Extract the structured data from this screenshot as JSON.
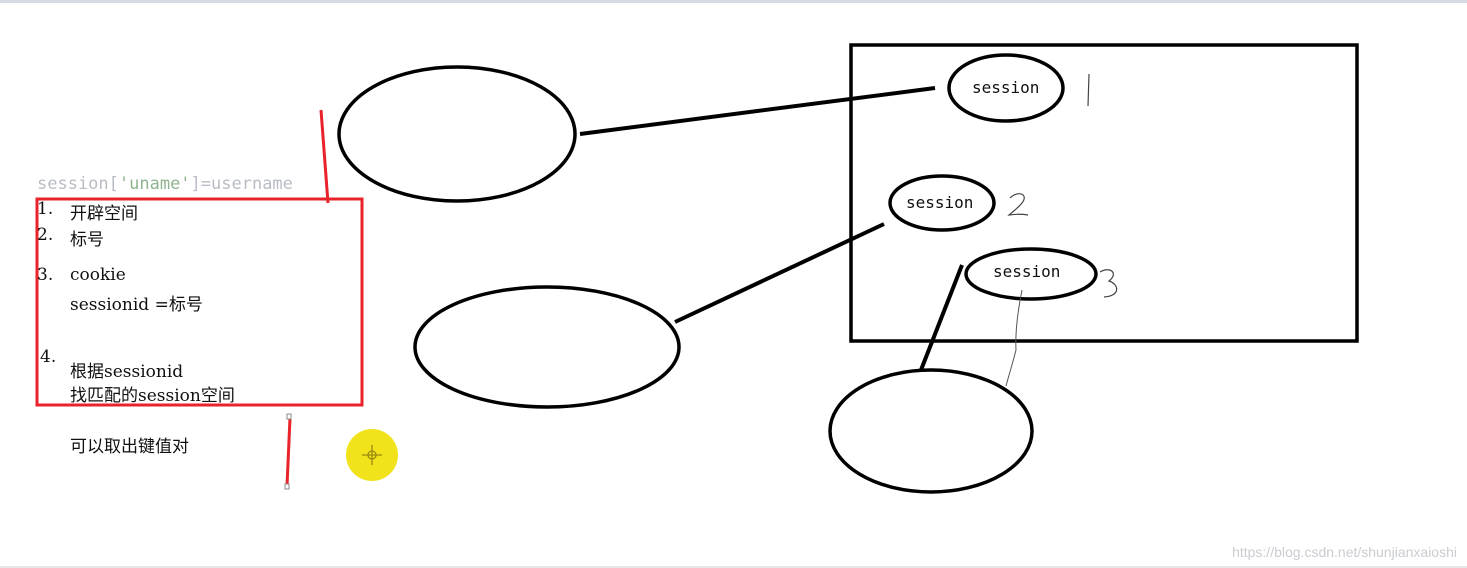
{
  "code": {
    "prefix": "session[",
    "key": "'uname'",
    "suffix": "]=username"
  },
  "steps": {
    "n1": "1.",
    "s1": "开辟空间",
    "n2": "2.",
    "s2": "标号",
    "n3": "3.",
    "s3a": "cookie",
    "s3b": "sessionid =标号",
    "n4": "4.",
    "s4a": "根据sessionid",
    "s4b": "找匹配的session空间",
    "after": "可以取出键值对"
  },
  "sessions": {
    "s1_label": "session",
    "s2_label": "session",
    "s3_label": "session"
  },
  "colors": {
    "accent_red": "#e8232a",
    "ink": "#000000",
    "cursor_yellow": "#f2e21b"
  },
  "watermark": "https://blog.csdn.net/shunjianxaioshi"
}
